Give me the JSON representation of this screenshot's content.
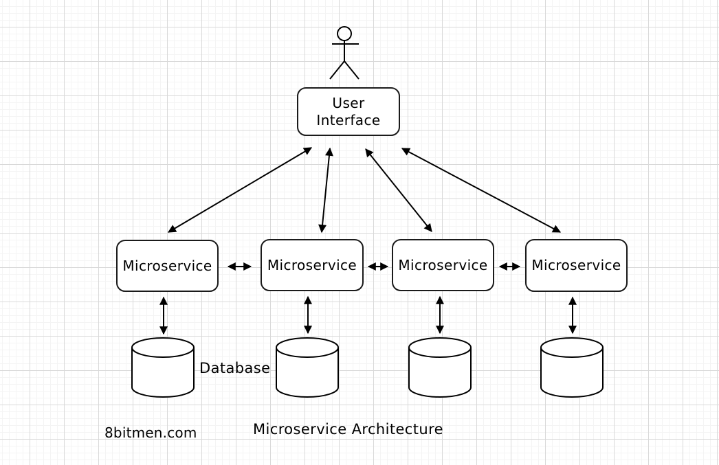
{
  "diagram": {
    "title_caption": "Microservice Architecture",
    "watermark": "8bitmen.com",
    "ui_box": {
      "line1": "User",
      "line2": "Interface"
    },
    "microservices": [
      {
        "label": "Microservice"
      },
      {
        "label": "Microservice"
      },
      {
        "label": "Microservice"
      },
      {
        "label": "Microservice"
      }
    ],
    "database_label": "Database",
    "databases": {
      "count": 4,
      "icon": "database-cylinder-icon"
    },
    "actor": {
      "icon": "stick-figure-user-icon"
    },
    "colors": {
      "line": "#000000",
      "text": "#000000",
      "box_border": "#1a1a1a",
      "box_fill": "#ffffff",
      "background": "#ffffff",
      "grid_major": "#d9d9d9",
      "grid_minor": "#f4f4f4"
    }
  }
}
